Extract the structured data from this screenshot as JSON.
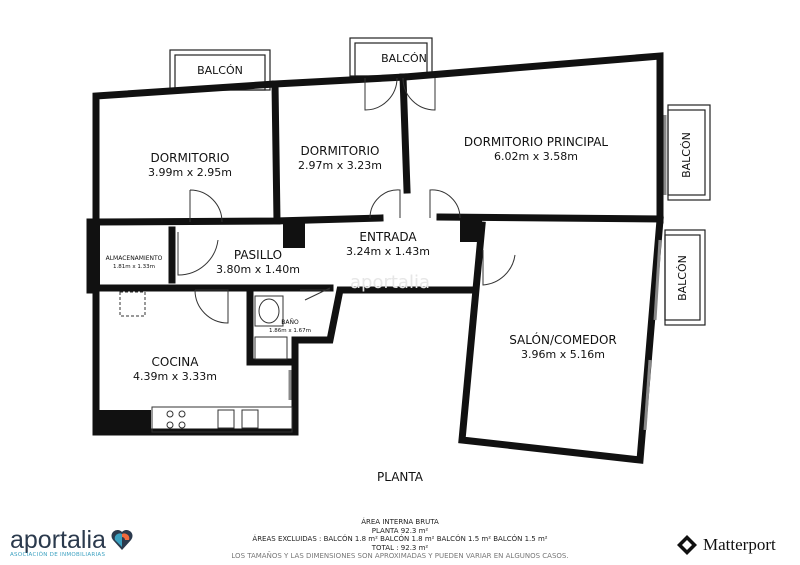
{
  "plan_title": "PLANTA",
  "rooms": [
    {
      "name": "DORMITORIO",
      "dims": "3.99m x 2.95m"
    },
    {
      "name": "DORMITORIO",
      "dims": "2.97m x 3.23m"
    },
    {
      "name": "DORMITORIO PRINCIPAL",
      "dims": "6.02m x 3.58m"
    },
    {
      "name": "ALMACENAMIENTO",
      "dims": "1.81m x 1.33m"
    },
    {
      "name": "PASILLO",
      "dims": "3.80m x 1.40m"
    },
    {
      "name": "ENTRADA",
      "dims": "3.24m x 1.43m"
    },
    {
      "name": "BAÑO",
      "dims": "1.86m x 1.67m"
    },
    {
      "name": "COCINA",
      "dims": "4.39m x 3.33m"
    },
    {
      "name": "SALÓN/COMEDOR",
      "dims": "3.96m x 5.16m"
    }
  ],
  "balconies": [
    "BALCÓN",
    "BALCÓN",
    "BALCÓN",
    "BALCÓN"
  ],
  "watermark": "aportalia",
  "footer": {
    "line1": "ÁREA INTERNA BRUTA",
    "line2": "PLANTA 92.3 m²",
    "line3": "ÁREAS EXCLUIDAS :  BALCÓN 1.8 m²   BALCÓN 1.8 m²   BALCÓN 1.5 m²   BALCÓN 1.5 m²",
    "line4": "TOTAL :  92.3 m²",
    "note": "LOS TAMAÑOS Y LAS DIMENSIONES SON APROXIMADAS Y PUEDEN VARIAR EN ALGUNOS CASOS."
  },
  "logo": {
    "brand": "aportalia",
    "sub": "ASOCIACIÓN DE INMOBILIARIAS",
    "colors": [
      "#f26a3d",
      "#3aa0c0",
      "#2b3a4d"
    ]
  },
  "matterport": {
    "label": "Matterport",
    "icon": "matterport-logo-icon"
  }
}
